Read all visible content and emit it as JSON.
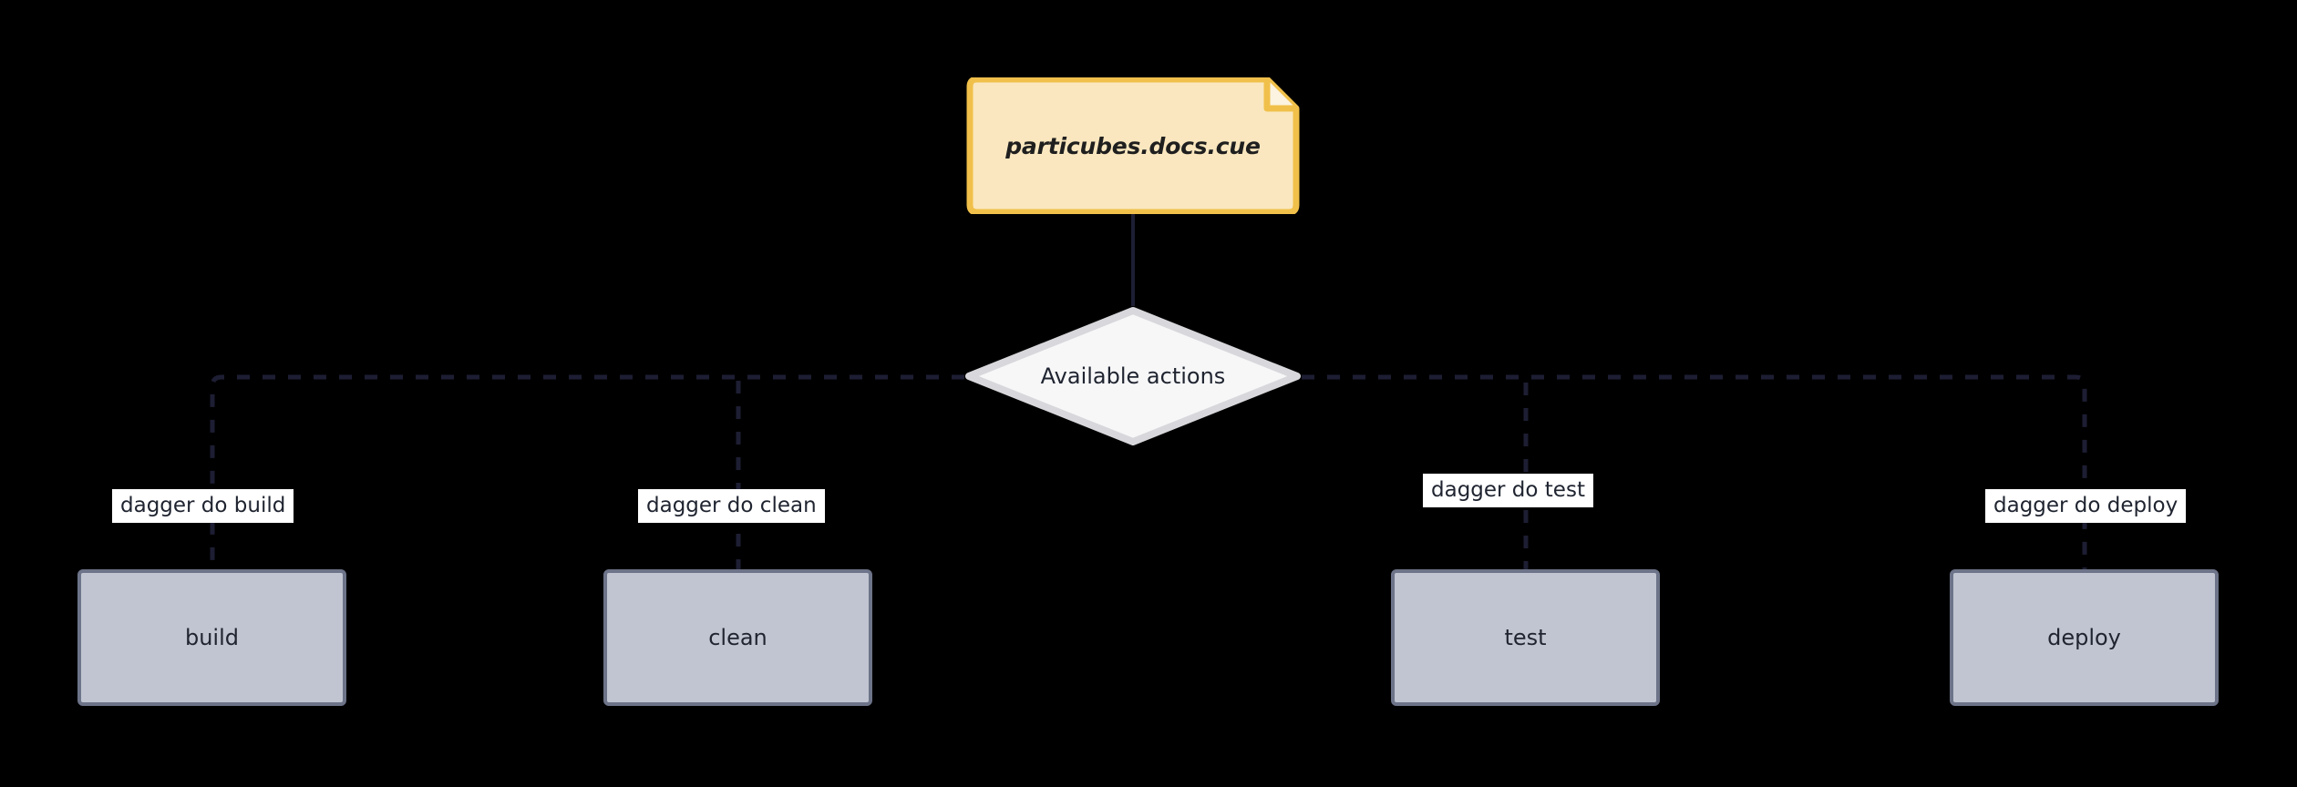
{
  "diagram": {
    "type": "flowchart",
    "background_color": "#000000",
    "root_note": {
      "label": "particubes.docs.cue",
      "fill_color": "#fae7bf",
      "border_color": "#f0c04a"
    },
    "decision": {
      "label": "Available actions",
      "fill_color": "#f7f7f8",
      "border_color": "#d8d8dc"
    },
    "node_style": {
      "fill_color": "#c0c5d1",
      "border_color": "#6d7489"
    },
    "edge_style": {
      "color": "#1d1e33",
      "dash": "dashed"
    },
    "actions": [
      {
        "id": "build",
        "label": "build",
        "command": "dagger do build"
      },
      {
        "id": "clean",
        "label": "clean",
        "command": "dagger do clean"
      },
      {
        "id": "test",
        "label": "test",
        "command": "dagger do test"
      },
      {
        "id": "deploy",
        "label": "deploy",
        "command": "dagger do deploy"
      }
    ]
  }
}
